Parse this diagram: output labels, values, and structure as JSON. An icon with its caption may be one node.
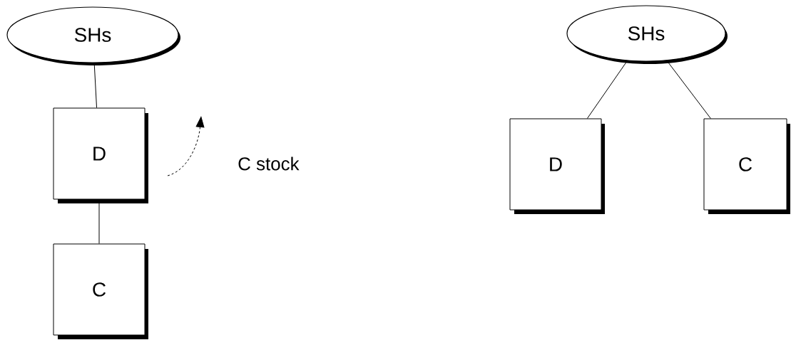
{
  "diagram": {
    "nodes": [
      {
        "text": [
          "SHs"
        ]
      },
      {
        "text": [
          "D"
        ]
      },
      {
        "text": [
          "C"
        ]
      },
      {
        "text": [
          "SHs"
        ]
      },
      {
        "text": [
          "D"
        ]
      },
      {
        "text": [
          "C"
        ]
      }
    ],
    "edges": [
      {
        "from": 0,
        "to": 1,
        "arrow": "none"
      },
      {
        "from": 1,
        "to": 2,
        "arrow": "none"
      },
      {
        "from": 3,
        "to": 4,
        "arrow": "none"
      },
      {
        "from": 3,
        "to": 5,
        "arrow": "none"
      }
    ],
    "labels": [
      "C stock"
    ]
  }
}
